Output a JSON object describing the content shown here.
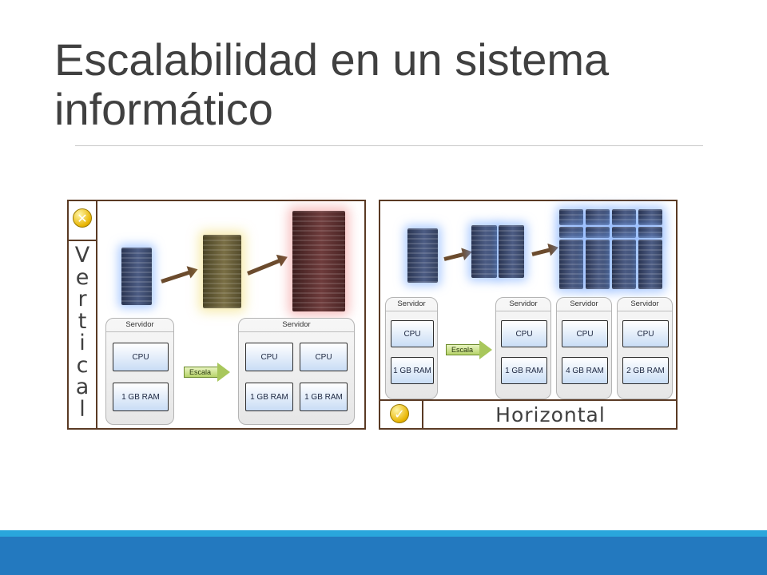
{
  "slide": {
    "title": "Escalabilidad en un sistema informático"
  },
  "colors": {
    "title_text": "#404040",
    "panel_border": "#5a3a24",
    "footer_light": "#29a6dc",
    "footer_dark": "#2379bf",
    "arrow": "#6b4b2d",
    "escala_arrow": "#b7d36a",
    "chip_fill": "#c9ddf5"
  },
  "vertical_panel": {
    "status_icon": "x-circle-icon",
    "letters": [
      "V",
      "e",
      "r",
      "t",
      "i",
      "c",
      "a",
      "l"
    ],
    "servers_before": {
      "title": "Servidor",
      "cpu": "CPU",
      "ram": "1 GB RAM"
    },
    "escala_label": "Escala",
    "servers_after": {
      "title": "Servidor",
      "cpu_1": "CPU",
      "cpu_2": "CPU",
      "ram_1": "1 GB RAM",
      "ram_2": "1 GB RAM"
    }
  },
  "horizontal_panel": {
    "label": "Horizontal",
    "status_icon": "check-circle-icon",
    "escala_label": "Escala",
    "boxes": [
      {
        "title": "Servidor",
        "cpu": "CPU",
        "ram": "1 GB RAM"
      },
      {
        "title": "Servidor",
        "cpu": "CPU",
        "ram": "1 GB RAM"
      },
      {
        "title": "Servidor",
        "cpu": "CPU",
        "ram": "4 GB RAM"
      },
      {
        "title": "Servidor",
        "cpu": "CPU",
        "ram": "2 GB RAM"
      }
    ]
  }
}
